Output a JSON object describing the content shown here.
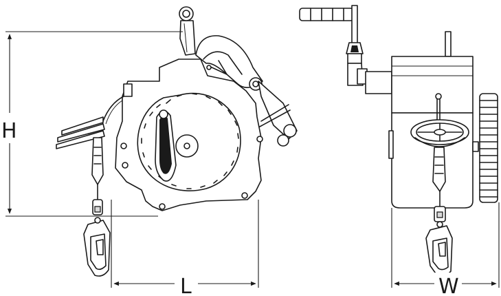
{
  "dimensions": {
    "height_label": "H",
    "length_label": "L",
    "width_label": "W"
  },
  "colors": {
    "line": "#1a1a1a",
    "background": "#ffffff"
  }
}
